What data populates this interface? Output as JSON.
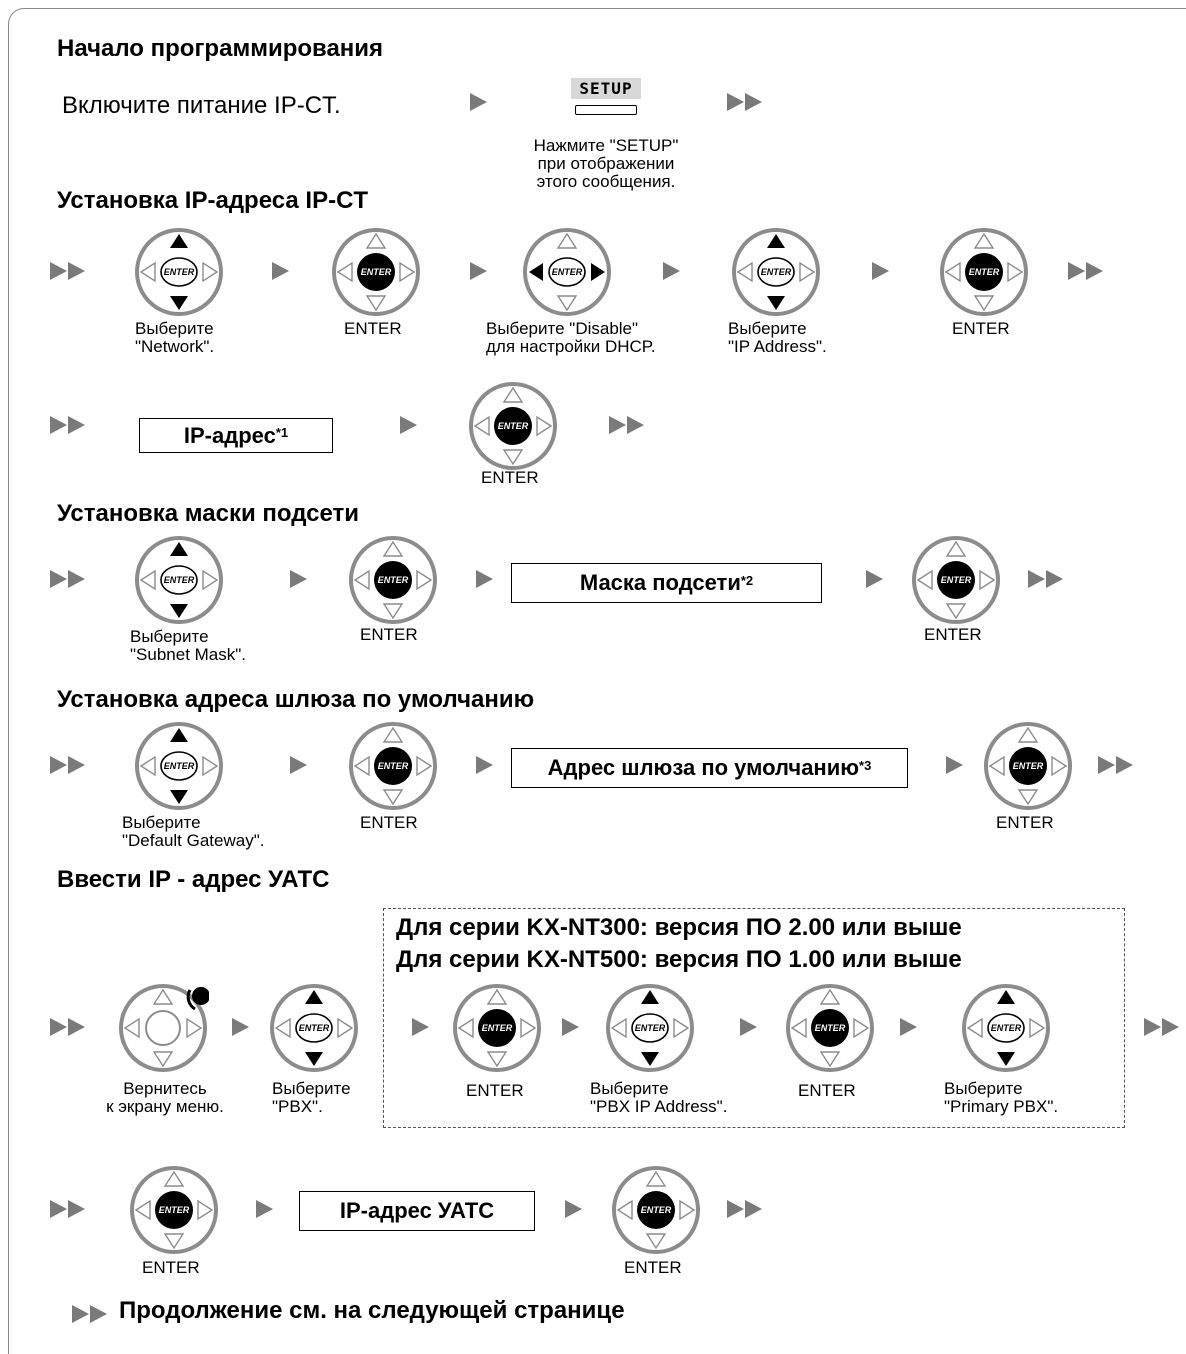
{
  "headings": {
    "start": "Начало программирования",
    "ip": "Установка IP-адреса IP-CT",
    "mask": "Установка маски подсети",
    "gateway": "Установка адреса шлюза по умолчанию",
    "pbx": "Ввести IP - адрес УАТС"
  },
  "start": {
    "power_text": "Включите питание IP-CT.",
    "setup_key": "SETUP",
    "setup_note": [
      "Нажмите \"SETUP\"",
      "при отображении",
      "этого сообщения."
    ]
  },
  "ip": {
    "select_network": [
      "Выберите",
      "\"Network\"."
    ],
    "enter": "ENTER",
    "disable_dhcp": [
      "Выберите \"Disable\"",
      "для настройки DHCP."
    ],
    "select_ip": [
      "Выберите",
      "\"IP Address\"."
    ],
    "box_label": "IP-адрес",
    "box_note": "*1"
  },
  "mask": {
    "select": [
      "Выберите",
      "\"Subnet Mask\"."
    ],
    "enter": "ENTER",
    "box_label": "Маска подсети",
    "box_note": "*2"
  },
  "gateway": {
    "select": [
      "Выберите",
      "\"Default Gateway\"."
    ],
    "enter": "ENTER",
    "box_label": "Адрес шлюза по умолчанию",
    "box_note": "*3"
  },
  "pbx": {
    "series_1": "Для серии KX-NT300: версия ПО 2.00 или выше",
    "series_2": "Для серии KX-NT500: версия ПО 1.00 или выше",
    "back": [
      "Вернитесь",
      "к экрану меню."
    ],
    "select_pbx": [
      "Выберите",
      "\"PBX\"."
    ],
    "enter": "ENTER",
    "select_pbx_ip": [
      "Выберите",
      "\"PBX IP Address\"."
    ],
    "select_primary": [
      "Выберите",
      "\"Primary PBX\"."
    ],
    "box_label": "IP-адрес УАТС"
  },
  "footer": "Продолжение см. на следующей странице"
}
